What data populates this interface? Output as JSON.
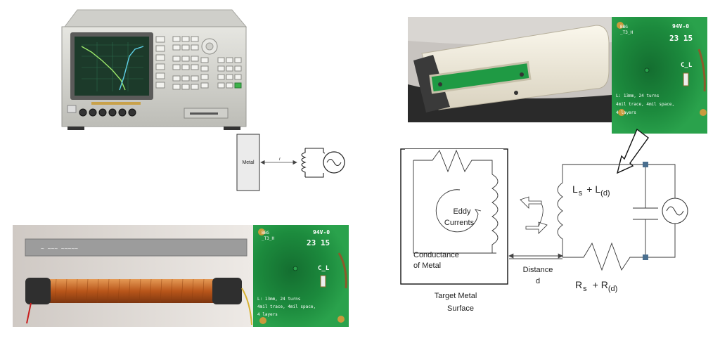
{
  "colors": {
    "pcb_green": "#1f9a44",
    "coil_copper": "#c8641e",
    "probe_body": "#efeadb",
    "instrument_body": "#d7d7d2",
    "screen": "#1c3a2a"
  },
  "photos": {
    "analyzer": {
      "icon": "impedance-analyzer-photo"
    },
    "probe": {
      "icon": "probe-photo"
    },
    "coil": {
      "icon": "ferrite-coil-photo"
    },
    "pcb_top": {
      "label_a": "BBG",
      "label_b": "_T3_H",
      "label_c": "94V-0",
      "code": "23 15",
      "component": "C_L",
      "spec1": "L: 13mm, 24 turns",
      "spec2": "4mil trace, 4mil space,",
      "spec3": "4 layers"
    },
    "pcb_bottom": {
      "label_a": "BBG",
      "label_b": "_T3_H",
      "label_c": "94V-0",
      "code": "23 15",
      "component": "C_L",
      "spec1": "L: 13mm, 24 turns",
      "spec2": "4mil trace, 4mil space,",
      "spec3": "4 layers"
    }
  },
  "small_schematic": {
    "metal_label": "Metal",
    "distance_label": "r"
  },
  "circuit": {
    "inductance_main": "L",
    "inductance_sub": "s",
    "inductance_plus": "+ L",
    "inductance_var": "(d)",
    "resistance_main": "R",
    "resistance_sub": "s",
    "resistance_plus": "+ R",
    "resistance_var": "(d)",
    "eddy_line1": "Eddy",
    "eddy_line2": "Currents",
    "conductance_line1": "Conductance",
    "conductance_line2": "of Metal",
    "distance_line1": "Distance",
    "distance_line2": "d",
    "target_line1": "Target Metal",
    "target_line2": "Surface"
  }
}
